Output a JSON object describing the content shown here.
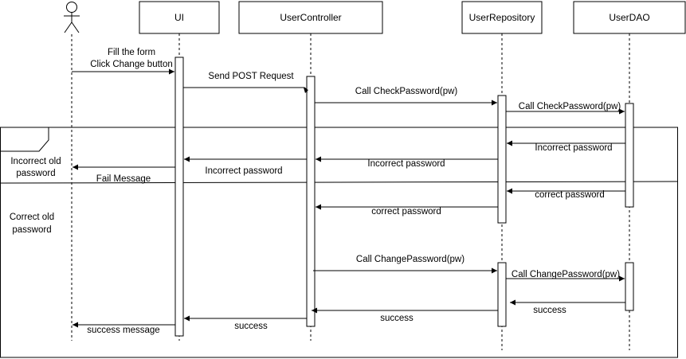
{
  "participants": {
    "ui": "UI",
    "controller": "UserController",
    "repository": "UserRepository",
    "dao": "UserDAO"
  },
  "messages": {
    "fill_form": "Fill the form",
    "click_change": "Click Change button",
    "send_post": "Send POST Request",
    "call_check_ctrl": "Call CheckPassword(pw)",
    "call_check_repo": "Call CheckPassword(pw)",
    "dao_incorrect": "Incorrect password",
    "repo_incorrect": "Incorrect password",
    "ctrl_incorrect": "Incorrect password",
    "fail_message": "Fail Message",
    "dao_correct": "correct password",
    "repo_correct": "correct password",
    "call_change_ctrl": "Call ChangePassword(pw)",
    "call_change_repo": "Call ChangePassword(pw)",
    "dao_success": "success",
    "repo_success": "success",
    "ctrl_success": "success",
    "success_message": "success message"
  },
  "fragment": {
    "guard_incorrect_line1": "Incorrect old",
    "guard_incorrect_line2": "password",
    "guard_correct_line1": "Correct old",
    "guard_correct_line2": "password"
  },
  "colors": {
    "line": "#000000",
    "background": "#ffffff"
  }
}
